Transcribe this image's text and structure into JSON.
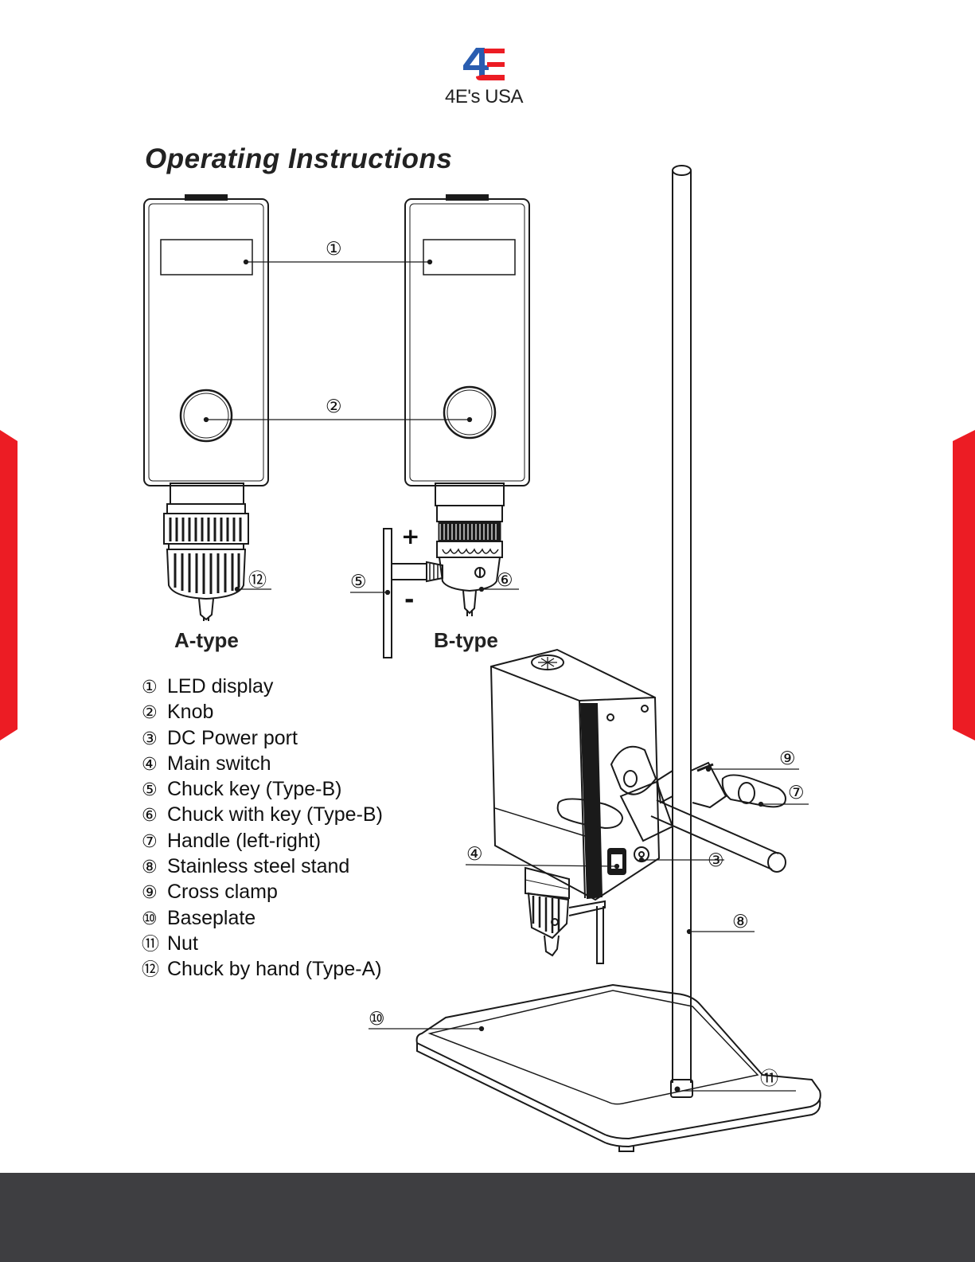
{
  "brand": {
    "name": "4E's USA"
  },
  "page": {
    "title": "Operating Instructions"
  },
  "types": {
    "a": "A-type",
    "b": "B-type"
  },
  "chuck_key_signs": {
    "plus": "+",
    "minus": "-"
  },
  "legend": [
    {
      "num": "①",
      "label": "LED display"
    },
    {
      "num": "②",
      "label": "Knob"
    },
    {
      "num": "③",
      "label": "DC Power port"
    },
    {
      "num": "④",
      "label": "Main switch"
    },
    {
      "num": "⑤",
      "label": "Chuck key (Type-B)"
    },
    {
      "num": "⑥",
      "label": "Chuck with key (Type-B)"
    },
    {
      "num": "⑦",
      "label": "Handle (left-right)"
    },
    {
      "num": "⑧",
      "label": "Stainless steel stand"
    },
    {
      "num": "⑨",
      "label": "Cross clamp"
    },
    {
      "num": "⑩",
      "label": "Baseplate"
    },
    {
      "num": "⑪",
      "label": "Nut"
    },
    {
      "num": "⑫",
      "label": "Chuck by hand (Type-A)"
    }
  ],
  "callouts": {
    "c1": "①",
    "c2": "②",
    "c3": "③",
    "c4": "④",
    "c5": "⑤",
    "c6": "⑥",
    "c7": "⑦",
    "c8": "⑧",
    "c9": "⑨",
    "c10": "⑩",
    "c11": "⑪",
    "c12": "⑫"
  },
  "colors": {
    "brand_red": "#ec1c24",
    "brand_blue": "#2a5db0",
    "footer": "#3e3e41"
  }
}
